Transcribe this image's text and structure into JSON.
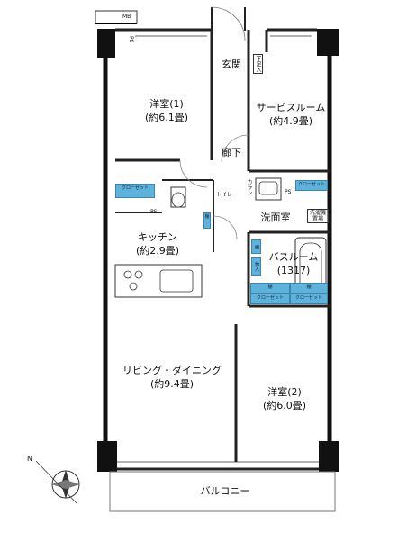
{
  "rooms": {
    "western1_name": "洋室(1)",
    "western1_size": "(約6.1畳)",
    "service_name": "サービスルーム",
    "service_size": "(約4.9畳)",
    "entrance": "玄関",
    "hallway": "廊下",
    "toilet": "トイレ",
    "washroom": "洗面室",
    "kitchen_name": "キッチン",
    "kitchen_size": "(約2.9畳)",
    "bath_name": "バスルーム",
    "bath_size": "(1317)",
    "living_name": "リビング・ダイニング",
    "living_size": "(約9.4畳)",
    "western2_name": "洋室(2)",
    "western2_size": "(約6.0畳)",
    "balcony": "バルコニー"
  },
  "labels": {
    "mb": "MB",
    "ps_top": "PS",
    "shoe_closet": "下足入",
    "closet": "クローゼット",
    "ps_wash": "PS",
    "ps_kitchen": "PS",
    "washer": "洗濯機置場",
    "shelf1": "棚",
    "shelf2": "棚",
    "shelf3": "棚",
    "linen": "物入",
    "kara": "カラン"
  },
  "compass": {
    "north": "N"
  },
  "colors": {
    "closet": "#5eb3dc",
    "wall": "#111111",
    "outline": "#555555"
  }
}
